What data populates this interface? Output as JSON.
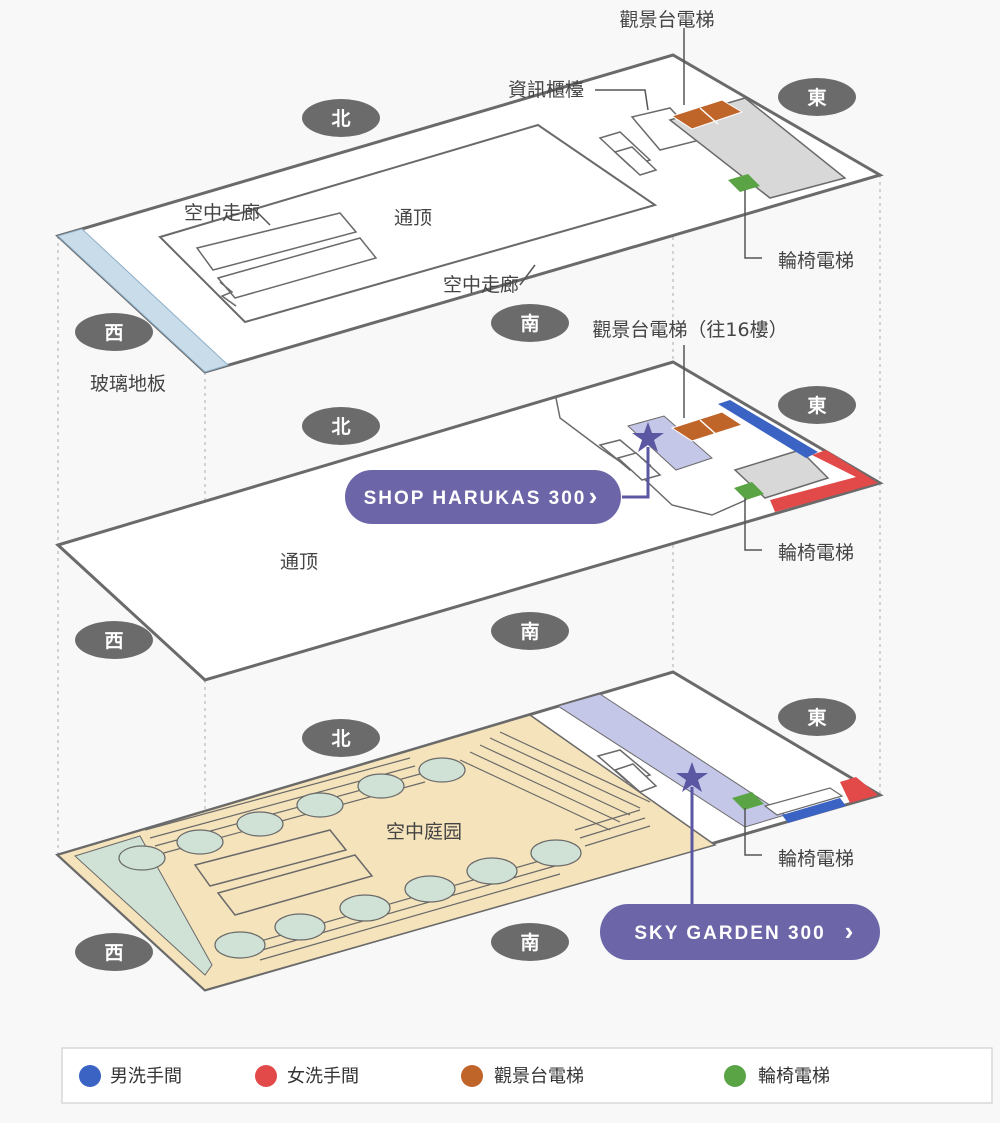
{
  "floors": {
    "top": {
      "directions": {
        "north": "北",
        "east": "東",
        "south": "南",
        "west": "西"
      },
      "labels": {
        "observatory_elevator": "觀景台電梯",
        "info_counter": "資訊櫃檯",
        "skywalk_upper": "空中走廊",
        "atrium": "通顶",
        "skywalk_lower": "空中走廊",
        "wheelchair_elevator": "輪椅電梯",
        "glass_floor": "玻璃地板"
      }
    },
    "middle": {
      "directions": {
        "north": "北",
        "east": "東",
        "south": "南",
        "west": "西"
      },
      "labels": {
        "observatory_elevator": "觀景台電梯（往16樓）",
        "atrium": "通顶",
        "wheelchair_elevator": "輪椅電梯"
      },
      "button": {
        "label": "SHOP HARUKAS 300",
        "chevron": "›"
      }
    },
    "bottom": {
      "directions": {
        "north": "北",
        "east": "東",
        "south": "南",
        "west": "西"
      },
      "labels": {
        "garden": "空中庭园",
        "wheelchair_elevator": "輪椅電梯"
      },
      "button": {
        "label": "SKY GARDEN 300",
        "chevron": "›"
      }
    }
  },
  "legend": [
    {
      "label": "男洗手間",
      "color": "#3a63c4"
    },
    {
      "label": "女洗手間",
      "color": "#e24a4a"
    },
    {
      "label": "觀景台電梯",
      "color": "#c0652a"
    },
    {
      "label": "輪椅電梯",
      "color": "#5aa446"
    }
  ],
  "colors": {
    "badge": "#6b6b6b",
    "button": "#6c66a8",
    "glass": "#c9dcea",
    "garden": "#f5e3bb",
    "garden_green": "#cfe2d5",
    "corridor_blue": "#c5c7e8",
    "gray_block": "#d8d8d8"
  }
}
